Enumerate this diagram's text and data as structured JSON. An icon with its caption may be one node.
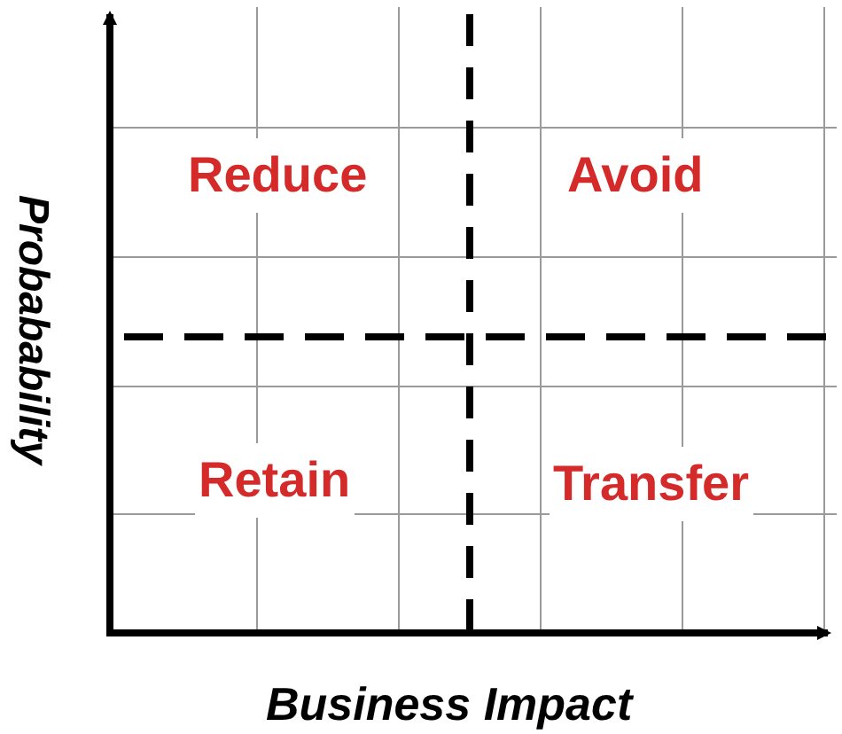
{
  "diagram": {
    "labels": [
      "Reduce",
      "Avoid",
      "Retain",
      "Transfer",
      "Probabability",
      "Business Impact"
    ]
  }
}
